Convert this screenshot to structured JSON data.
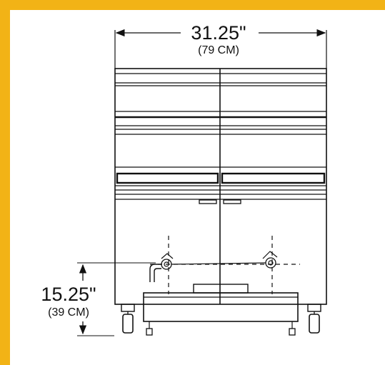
{
  "colors": {
    "frame_accent": "#f2b316",
    "line": "#111111",
    "background": "#ffffff"
  },
  "dimensions": {
    "width": {
      "imperial": "31.25\"",
      "metric": "(79 CM)"
    },
    "height": {
      "imperial": "15.25\"",
      "metric": "(39 CM)"
    }
  }
}
